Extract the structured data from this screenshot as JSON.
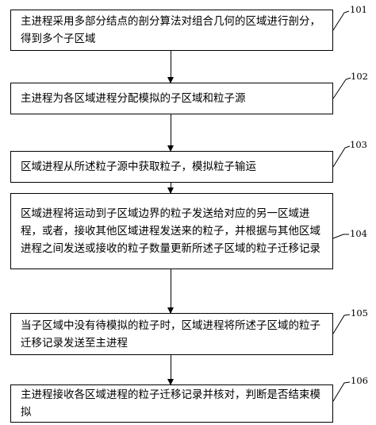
{
  "steps": [
    {
      "id": "101",
      "text": "主进程采用多部分结点的剖分算法对组合几何的区域进行剖分，得到多个子区域"
    },
    {
      "id": "102",
      "text": "主进程为各区域进程分配模拟的子区域和粒子源"
    },
    {
      "id": "103",
      "text": "区域进程从所述粒子源中获取粒子，模拟粒子输运"
    },
    {
      "id": "104",
      "text": "区域进程将运动到子区域边界的粒子发送给对应的另一区域进程，或者，接收其他区域进程发送来的粒子，并根据与其他区域进程之间发送或接收的粒子数量更新所述子区域的粒子迁移记录"
    },
    {
      "id": "105",
      "text": "当子区域中没有待模拟的粒子时，区域进程将所述子区域的粒子迁移记录发送至主进程"
    },
    {
      "id": "106",
      "text": "主进程接收各区域进程的粒子迁移记录并核对，判断是否结束模拟"
    }
  ]
}
